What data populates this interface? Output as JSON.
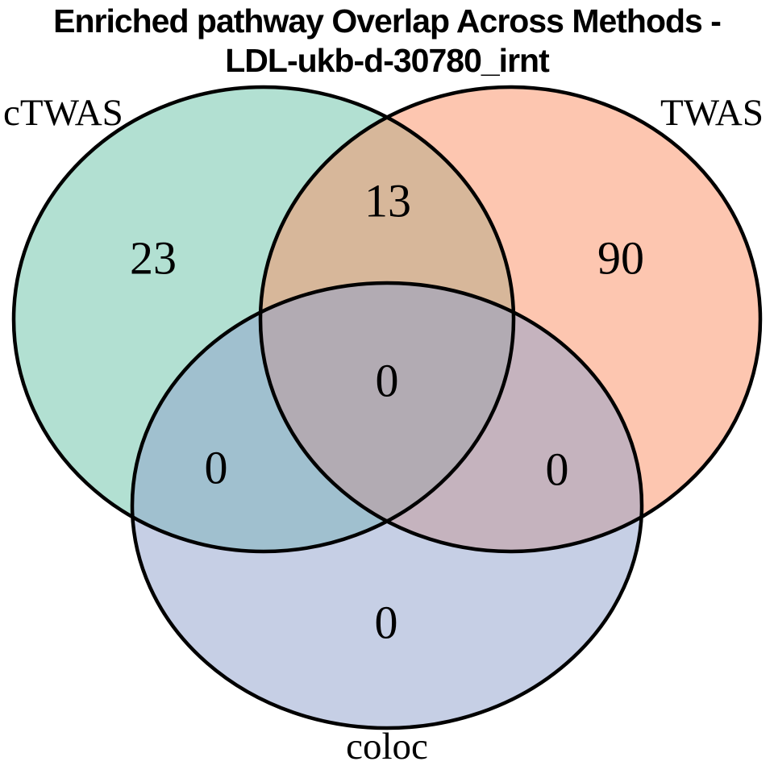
{
  "title": {
    "line1": "Enriched pathway Overlap Across Methods -",
    "line2": "LDL-ukb-d-30780_irnt"
  },
  "chart_data": {
    "type": "venn",
    "title": "Enriched pathway Overlap Across Methods - LDL-ukb-d-30780_irnt",
    "sets": [
      {
        "name": "cTWAS",
        "color": "#66C2A5",
        "fill_opacity": 0.5
      },
      {
        "name": "TWAS",
        "color": "#FC8D62",
        "fill_opacity": 0.5
      },
      {
        "name": "coloc",
        "color": "#8DA0CB",
        "fill_opacity": 0.5
      }
    ],
    "regions": {
      "cTWAS_only": 23,
      "TWAS_only": 90,
      "coloc_only": 0,
      "cTWAS_and_TWAS": 13,
      "cTWAS_and_coloc": 0,
      "TWAS_and_coloc": 0,
      "all_three": 0
    },
    "outline_color": "#000000",
    "legend_position": "none",
    "grid": false
  }
}
